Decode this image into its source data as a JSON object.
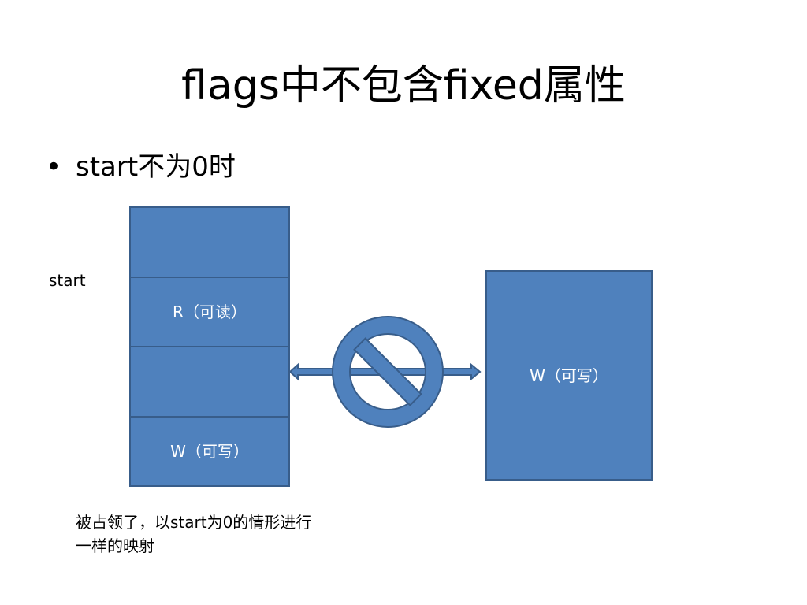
{
  "slide": {
    "title": "flags中不包含fixed属性",
    "bullet_symbol": "•",
    "bullet_text": "start不为0时"
  },
  "diagram": {
    "start_label": "start",
    "left_stack": {
      "cells": [
        "",
        "R（可读）",
        "",
        "W（可写）"
      ]
    },
    "right_box_label": "W（可写）",
    "prohibited_icon": "no-entry-icon",
    "colors": {
      "box_fill": "#4F81BD",
      "box_stroke": "#385D8A",
      "text_on_box": "#FFFFFF"
    }
  },
  "caption": {
    "line1": "被占领了，以start为0的情形进行",
    "line2": "一样的映射"
  }
}
